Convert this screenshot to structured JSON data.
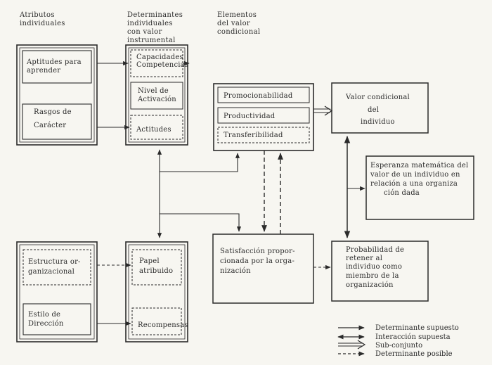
{
  "headers": {
    "col1": [
      "Atributos",
      "individuales"
    ],
    "col2": [
      "Determinantes",
      "individuales",
      "con valor",
      "instrumental"
    ],
    "col3": [
      "Elementos",
      "del valor",
      "condicional"
    ]
  },
  "boxes": {
    "aptitudes": [
      "Aptitudes para",
      "aprender"
    ],
    "rasgos": [
      "Rasgos de",
      "Carácter"
    ],
    "capacidades": [
      "Capacidades",
      "Competencias"
    ],
    "nivel": [
      "Nivel de",
      "Activación"
    ],
    "actitudes": [
      "Actitudes"
    ],
    "promocionabilidad": [
      "Promocionabilidad"
    ],
    "productividad": [
      "Productividad"
    ],
    "transferibilidad": [
      "Transferibilidad"
    ],
    "valor_condicional": [
      "Valor condicional",
      "del",
      "individuo"
    ],
    "esperanza": [
      "Esperanza matemática del",
      "valor de un individuo en",
      "relación a una  organiza",
      "ción dada"
    ],
    "estructura": [
      "Estructura or-",
      "ganizacional"
    ],
    "estilo": [
      "Estilo de",
      "Dirección"
    ],
    "papel": [
      "Papel",
      "atribuido"
    ],
    "recompensas": [
      "Recompensas"
    ],
    "satisfaccion": [
      "Satisfacción propor-",
      "cionada por la orga-",
      "nización"
    ],
    "probabilidad": [
      "Probabilidad de",
      "retener al",
      "individuo como",
      "miembro de la",
      "organización"
    ]
  },
  "legend": [
    {
      "type": "solid",
      "label": "Determinante supuesto"
    },
    {
      "type": "double",
      "label": "Interacción supuesta"
    },
    {
      "type": "subset",
      "label": "Sub-conjunto"
    },
    {
      "type": "dashed",
      "label": "Determinante posible"
    }
  ],
  "colors": {
    "ink": "#2b2b2b",
    "paper": "#f7f6f1"
  }
}
